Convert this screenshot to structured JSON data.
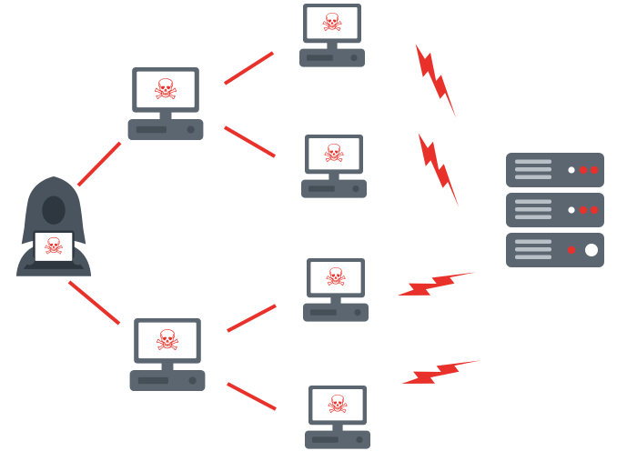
{
  "colors": {
    "red": "#e8312a",
    "slate": "#5b6670",
    "slatedark": "#454f58",
    "hood": "#4a545e",
    "face": "#2e3740",
    "lightbar": "#b9c0c6",
    "white": "#ffffff",
    "background": "#ffffff"
  },
  "glyphs": {
    "skull": "☠"
  },
  "scene": {
    "attacker_count": 1,
    "handler_count": 2,
    "bot_count": 4,
    "server_unit_count": 3,
    "attack_bolt_count": 4,
    "connection_count": 6
  }
}
